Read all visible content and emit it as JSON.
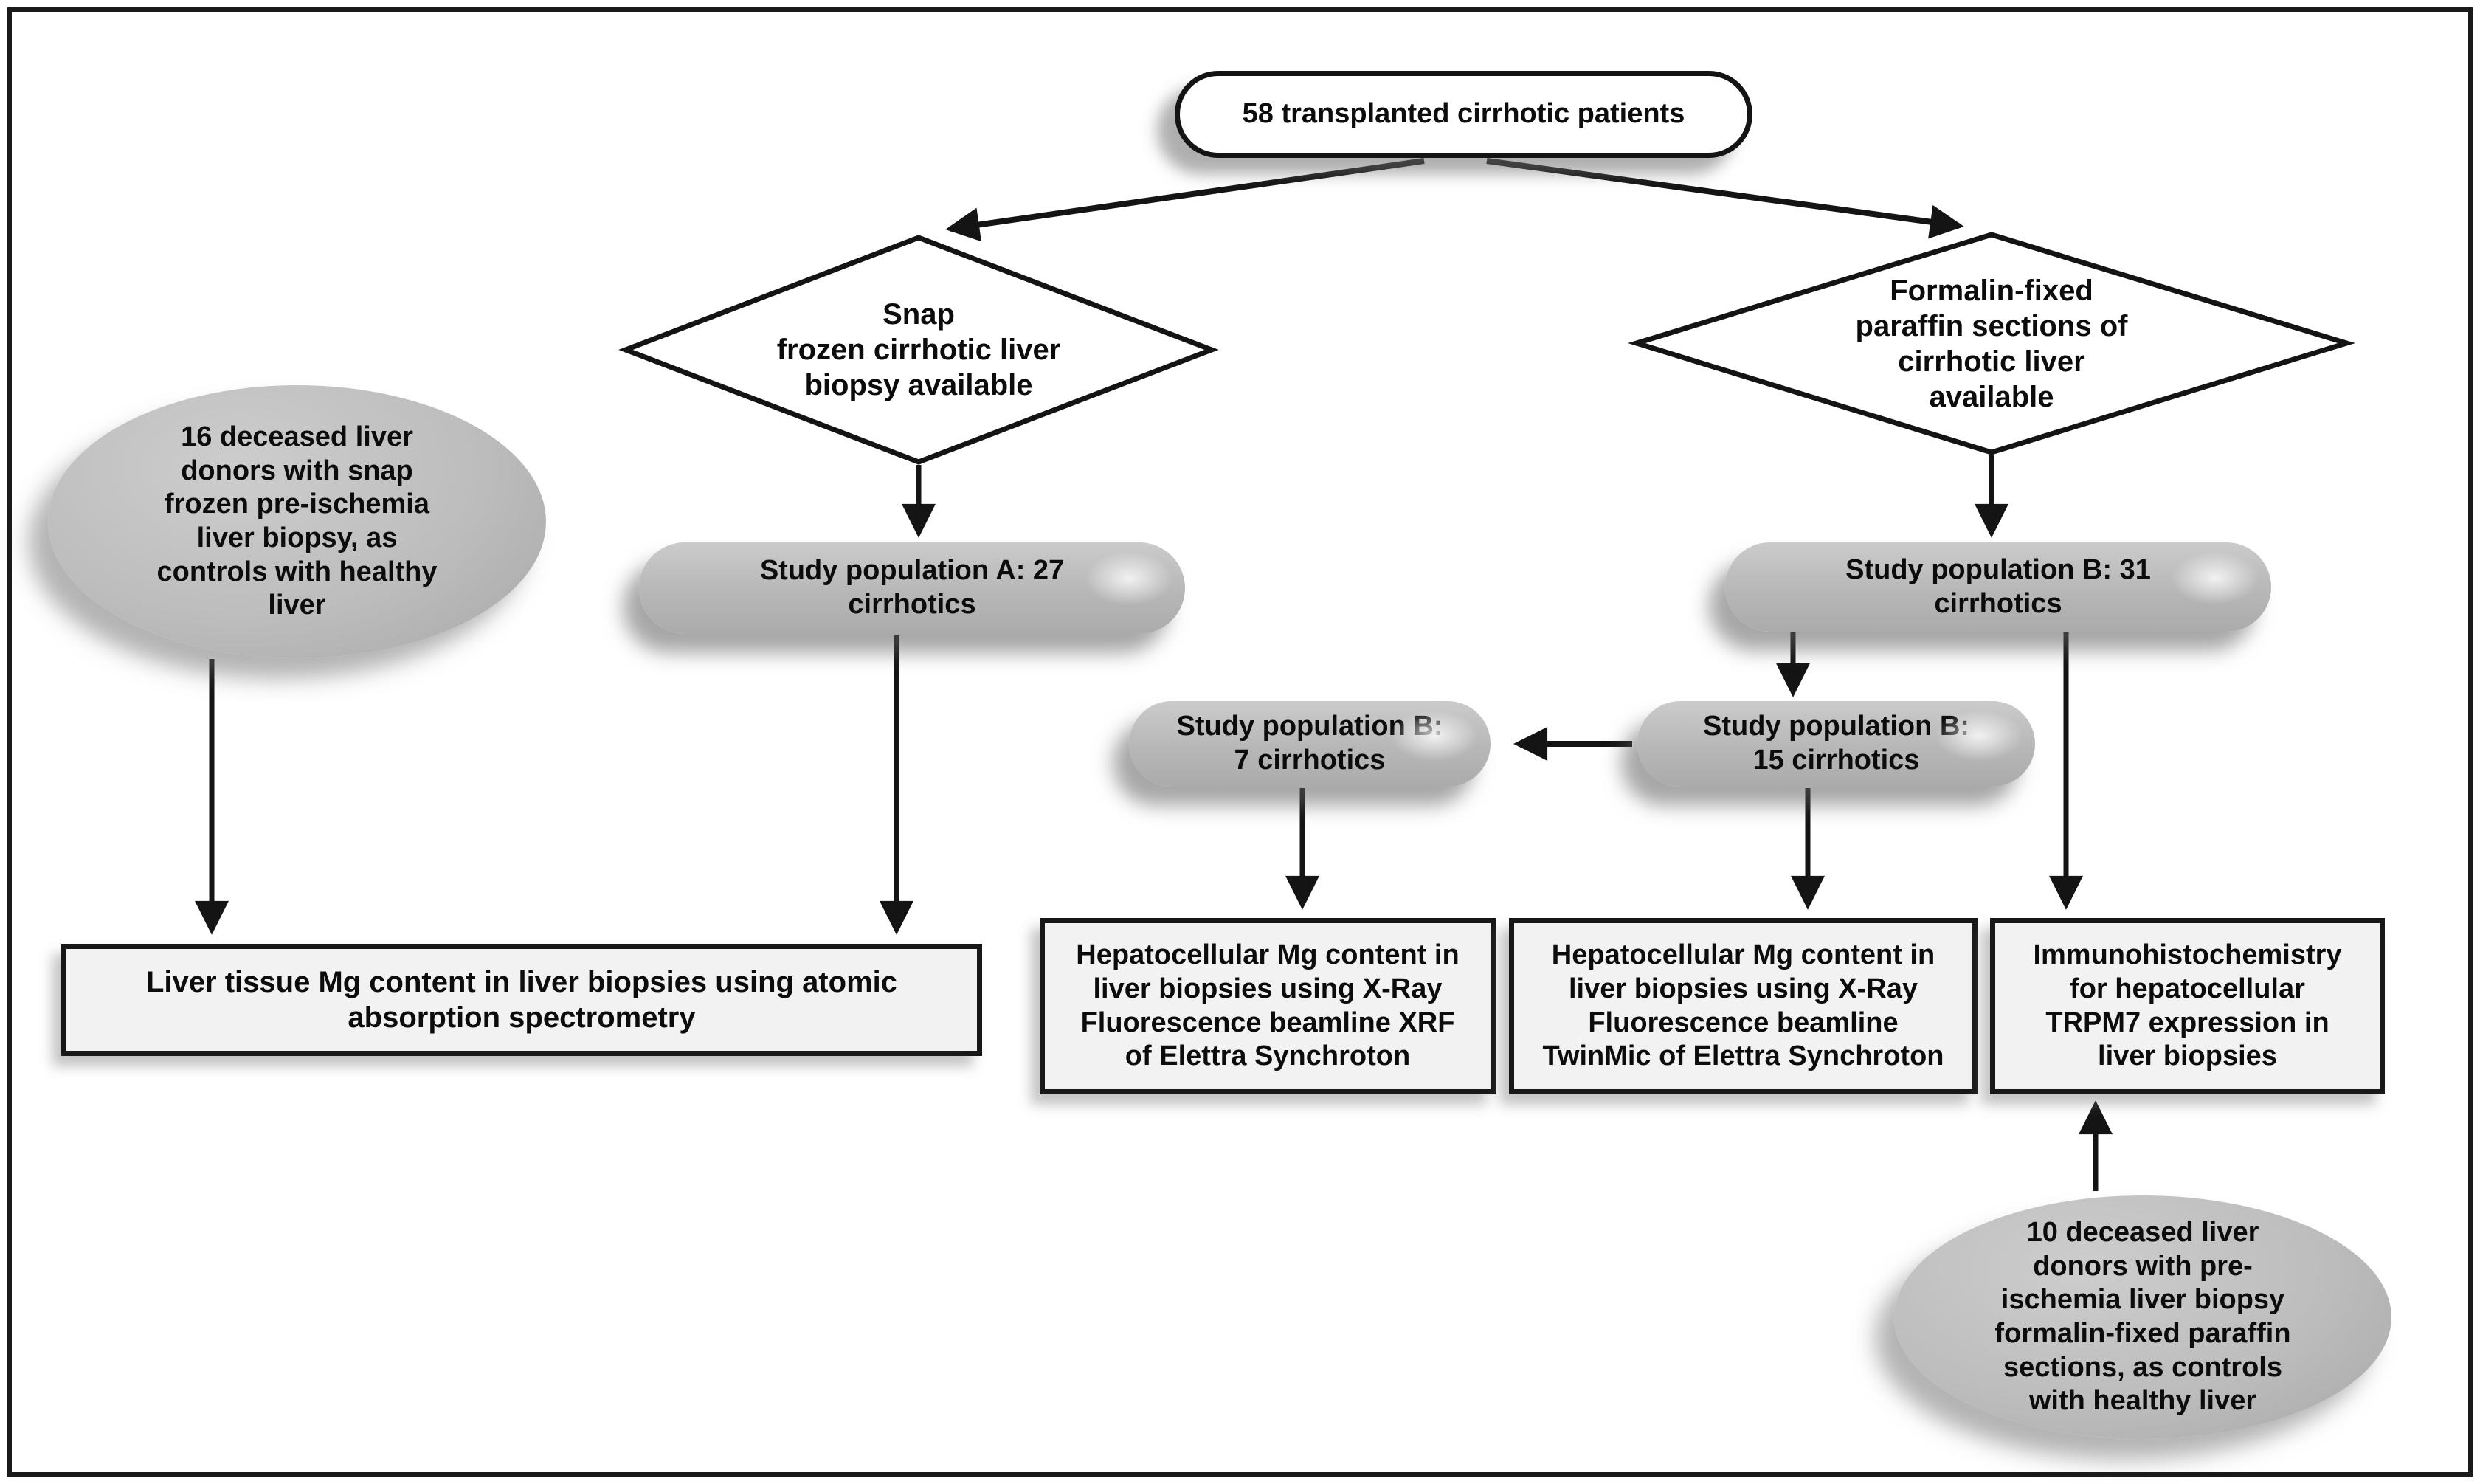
{
  "diagram": {
    "title": "Study design flowchart of transplanted cirrhotic patients",
    "colors": {
      "node_gray": "#b9b9b9",
      "box_fill": "#f2f2f2",
      "line_black": "#141414",
      "background": "#ffffff"
    },
    "nodes": {
      "patients_58": {
        "shape": "oval",
        "text": "58 transplanted cirrhotic patients"
      },
      "diamond_snap": {
        "shape": "diamond",
        "text": "Snap\nfrozen cirrhotic liver\nbiopsy available"
      },
      "diamond_formalin": {
        "shape": "diamond",
        "text": "Formalin-fixed\nparaffin sections of\ncirrhotic liver\navailable"
      },
      "donors_16": {
        "shape": "ellipse",
        "text": "16 deceased liver\ndonors with snap\nfrozen pre-ischemia\nliver biopsy, as\ncontrols with healthy\nliver"
      },
      "pop_a_27": {
        "shape": "pill",
        "text": "Study population A: 27\ncirrhotics"
      },
      "pop_b_31": {
        "shape": "pill",
        "text": "Study population B: 31\ncirrhotics"
      },
      "pop_b_7": {
        "shape": "pill",
        "text": "Study population B:\n7 cirrhotics"
      },
      "pop_b_15": {
        "shape": "pill",
        "text": "Study population B:\n15 cirrhotics"
      },
      "aas_box": {
        "shape": "box",
        "text": "Liver tissue Mg content in liver biopsies using atomic\nabsorption spectrometry"
      },
      "xrf_box": {
        "shape": "box",
        "text": "Hepatocellular Mg content in\nliver biopsies using X-Ray\nFluorescence beamline XRF\nof Elettra Synchroton"
      },
      "twinmic_box": {
        "shape": "box",
        "text": "Hepatocellular Mg content in\nliver biopsies using X-Ray\nFluorescence beamline\nTwinMic of Elettra Synchroton"
      },
      "ihc_box": {
        "shape": "box",
        "text": "Immunohistochemistry\nfor hepatocellular\nTRPM7 expression in\nliver biopsies"
      },
      "donors_10": {
        "shape": "ellipse",
        "text": "10 deceased liver\ndonors with pre-\nischemia liver biopsy\nformalin-fixed paraffin\nsections, as controls\nwith healthy liver"
      }
    },
    "edges": [
      {
        "from": "patients_58",
        "to": "diamond_snap"
      },
      {
        "from": "patients_58",
        "to": "diamond_formalin"
      },
      {
        "from": "diamond_snap",
        "to": "pop_a_27"
      },
      {
        "from": "diamond_formalin",
        "to": "pop_b_31"
      },
      {
        "from": "donors_16",
        "to": "aas_box"
      },
      {
        "from": "pop_a_27",
        "to": "aas_box"
      },
      {
        "from": "pop_b_31",
        "to": "pop_b_15"
      },
      {
        "from": "pop_b_31",
        "to": "ihc_box"
      },
      {
        "from": "pop_b_15",
        "to": "pop_b_7"
      },
      {
        "from": "pop_b_7",
        "to": "xrf_box"
      },
      {
        "from": "pop_b_15",
        "to": "twinmic_box"
      },
      {
        "from": "donors_10",
        "to": "ihc_box"
      }
    ]
  }
}
